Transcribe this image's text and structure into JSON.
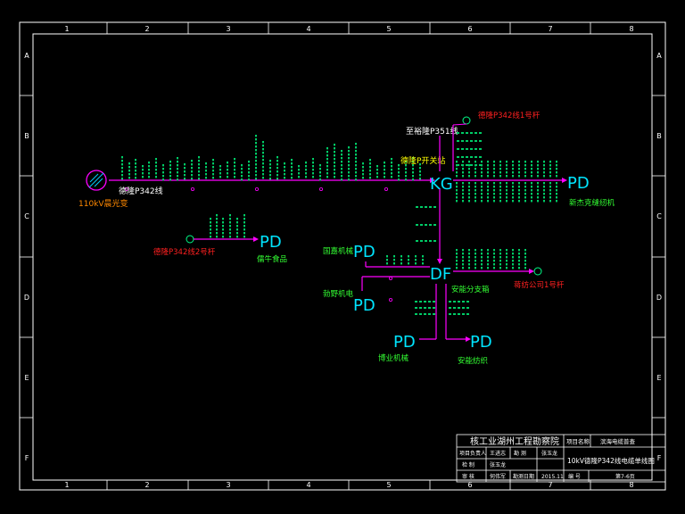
{
  "frame": {
    "columns": [
      "1",
      "2",
      "3",
      "4",
      "5",
      "6",
      "7",
      "8"
    ],
    "rows": [
      "A",
      "B",
      "C",
      "D",
      "E",
      "F"
    ]
  },
  "colors": {
    "background": "#000000",
    "frame": "#ffffff",
    "bus": "#ff00ff",
    "pd": "#00e5ff",
    "pole": "#00ff88",
    "red": "#ff2020",
    "orange": "#ff8800",
    "green": "#33ff33",
    "yellow": "#ffff00",
    "white": "#ffffff"
  },
  "labels": {
    "substation": "110kV晨光变",
    "main_line": "德隆P342线",
    "to_line": "至裕隆P351线",
    "switch_station": "德隆P开关站",
    "branch1_pole": "德隆P342线1号杆",
    "branch2_pole": "德隆P342线2号杆",
    "kg": "KG",
    "df": "DF",
    "pd": "PD",
    "xinjie": "新杰克缝纫机",
    "ruiniu": "儒牛食品",
    "guojia": "国嘉机械",
    "haoye": "勃野机电",
    "anneng_box": "安能分支箱",
    "yongfang_pole": "蒋纺公司1号杆",
    "boye": "博业机械",
    "anneng": "安能纺织"
  },
  "title_block": {
    "company": "核工业湖州工程勘察院",
    "project_name_label": "项目名称",
    "project_name": "滨海电缆普查",
    "row2": [
      "项目负责人",
      "王进志",
      "勘 测",
      "张玉龙"
    ],
    "row3": [
      "检 制",
      "张玉龙"
    ],
    "row4": [
      "审 核",
      "何伟军",
      "勘测日期",
      "2015.11",
      "编 号"
    ],
    "drawing_title": "10kV德隆P342线电缆单线图",
    "page": "第7-6页"
  }
}
